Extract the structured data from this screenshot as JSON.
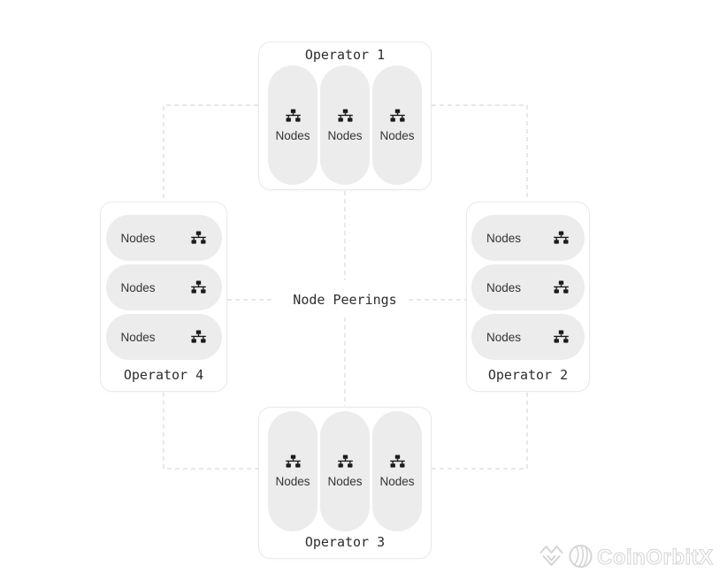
{
  "colors": {
    "background": "#ffffff",
    "box_border": "#e9e9e9",
    "pill_bg": "#ececec",
    "dash_line": "#d0d0d0",
    "title_text": "#2d2d2d",
    "node_text": "#333333",
    "icon": "#1b1b1b",
    "watermark": "#d4d4d4"
  },
  "icons": {
    "pill_icon": "network-nodes-icon",
    "watermark_icons": [
      "diamond-mark-icon",
      "coin-swirl-icon"
    ]
  },
  "center": {
    "label": "Node Peerings"
  },
  "operators": {
    "op1": {
      "title": "Operator 1",
      "nodes": [
        "Nodes",
        "Nodes",
        "Nodes"
      ]
    },
    "op2": {
      "title": "Operator 2",
      "nodes": [
        "Nodes",
        "Nodes",
        "Nodes"
      ]
    },
    "op3": {
      "title": "Operator 3",
      "nodes": [
        "Nodes",
        "Nodes",
        "Nodes"
      ]
    },
    "op4": {
      "title": "Operator 4",
      "nodes": [
        "Nodes",
        "Nodes",
        "Nodes"
      ]
    }
  },
  "watermark": {
    "brand": "CoinOrbitX"
  }
}
